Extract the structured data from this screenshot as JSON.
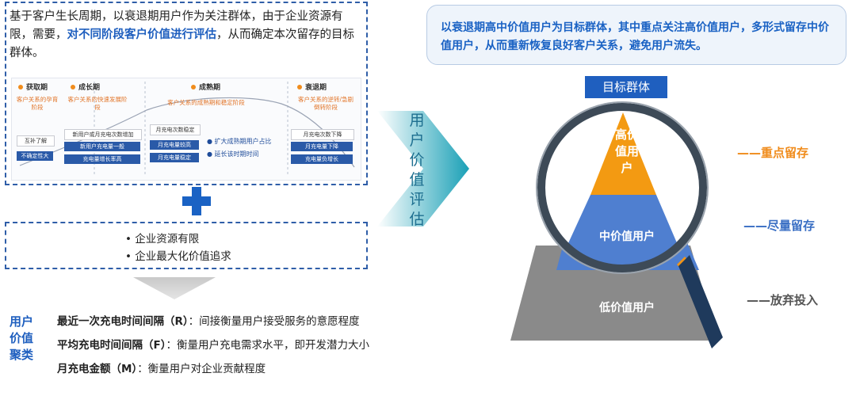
{
  "intro": {
    "text_a": "基于客户生长周期，以衰退期用户作为关注群体，由于企业资源有限，需要，",
    "text_hl": "对不同阶段客户价值进行评估",
    "text_b": "，从而确定本次留存的目标群体。"
  },
  "lifecycle": {
    "stages": [
      "获取期",
      "成长期",
      "成熟期",
      "衰退期"
    ],
    "descs": [
      "客户关系的孕育阶段",
      "客户关系的快速发展阶段",
      "客户关系的成熟期和稳定阶段",
      "客户关系的逆转/急剧倒转阶段"
    ],
    "boxes": [
      "互补了解",
      "不确定性大",
      "新用户或月充电次数增加",
      "新用户充电量一般",
      "充电量增长率高",
      "月充电次数稳定",
      "月充电量较高",
      "月充电量稳定",
      "月充电次数下降",
      "月充电量下降",
      "充电量负增长"
    ],
    "bullets": [
      "扩大成熟期用户占比",
      "延长该时期时间"
    ]
  },
  "constraints": [
    "• 企业资源有限",
    "• 企业最大化价值追求"
  ],
  "user_value": {
    "label": "用户价值聚类",
    "metrics": [
      {
        "name": "最近一次充电时间间隔（R）",
        "desc": "：间接衡量用户接受服务的意愿程度"
      },
      {
        "name": "平均充电时间间隔（F）",
        "desc": "：衡量用户充电需求水平，即开发潜力大小"
      },
      {
        "name": "月充电金额（M）",
        "desc": "：衡量用户对企业贡献程度"
      }
    ]
  },
  "eval_label": "用户价值评估",
  "target": {
    "text": "以衰退期高中价值用户为目标群体，其中重点关注高价值用户，多形式留存中价值用户，从而重新恢复良好客户关系，避免用户流失。",
    "title": "目标群体"
  },
  "pyramid": {
    "high": "高价值用户",
    "mid": "中价值用户",
    "low": "低价值用户",
    "labels": [
      "——重点留存",
      "——尽量留存",
      "——放弃投入"
    ],
    "colors": {
      "high": "#f39a12",
      "mid": "#4f7fd0",
      "low": "#8a8a8a",
      "accent": "#f08c1c",
      "brand": "#1f5fbf"
    }
  }
}
